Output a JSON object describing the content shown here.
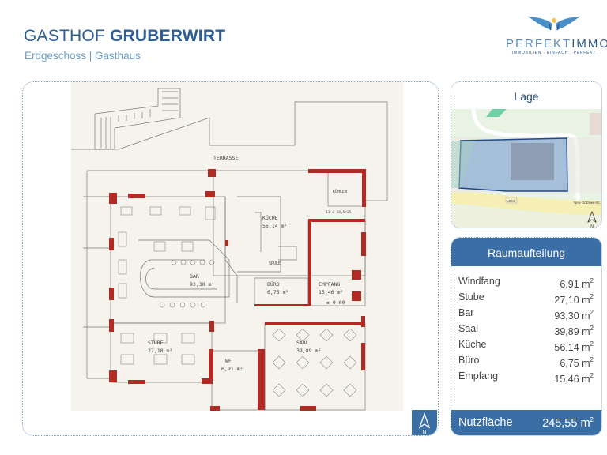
{
  "header": {
    "title_light": "GASTHOF ",
    "title_bold": "GRUBERWIRT",
    "subtitle": "Erdgeschoss | Gasthaus"
  },
  "logo": {
    "name_light": "PERFEKT",
    "name_dark": "IMMO",
    "tagline": "IMMOBILIEN . EINFACH . PERFEKT"
  },
  "plan": {
    "labels": {
      "terrasse": "TERRASSE",
      "kueche": "KÜCHE",
      "kueche_area": "56,14 m²",
      "kuehlen": "KÜHLEN",
      "stairs": "11 x 18,5/25",
      "spuele": "SPÜLE",
      "bar": "BAR",
      "bar_area": "93,30 m²",
      "buero": "BÜRO",
      "buero_area": "6,75 m²",
      "empfang": "EMPFANG",
      "empfang_area": "15,46 m²",
      "level": "± 0,00",
      "stube": "STUBE",
      "stube_area": "27,10 m²",
      "saal": "SAAL",
      "saal_area": "39,89 m²",
      "wf": "WF",
      "wf_area": "6,91 m²"
    }
  },
  "compass": {
    "label": "N"
  },
  "lage": {
    "title": "Lage",
    "road": "L304",
    "street": "Neu-Götzner-Str.",
    "compass": "N"
  },
  "raumaufteilung": {
    "title": "Raumaufteilung",
    "rooms": [
      {
        "name": "Windfang",
        "value": "6,91 m",
        "unit_sup": "2"
      },
      {
        "name": "Stube",
        "value": "27,10 m",
        "unit_sup": "2"
      },
      {
        "name": "Bar",
        "value": "93,30 m",
        "unit_sup": "2"
      },
      {
        "name": "Saal",
        "value": "39,89 m",
        "unit_sup": "2"
      },
      {
        "name": "Küche",
        "value": "56,14 m",
        "unit_sup": "2"
      },
      {
        "name": "Büro",
        "value": "6,75 m",
        "unit_sup": "2"
      },
      {
        "name": "Empfang",
        "value": "15,46 m",
        "unit_sup": "2"
      }
    ],
    "total_label": "Nutzfläche",
    "total_value": "245,55 m",
    "total_sup": "2"
  },
  "colors": {
    "brand": "#3a6ea5",
    "wall": "#b22a24"
  }
}
